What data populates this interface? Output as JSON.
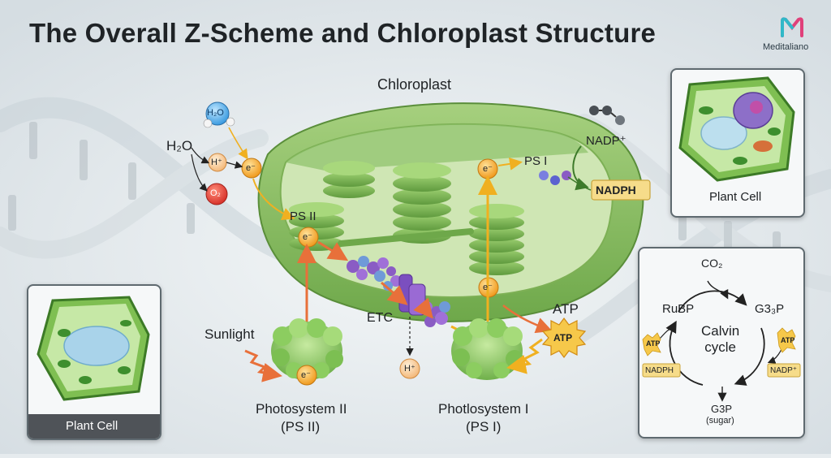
{
  "header": {
    "title": "The Overall Z-Scheme and Chloroplast Structure",
    "brand": "Meditaliano"
  },
  "chloroplast": {
    "label": "Chloroplast",
    "ps2_label": "PS II",
    "ps1_label": "PS I",
    "etc_label": "ETC",
    "electron": "e⁻",
    "proton": "H⁺",
    "nadp": "NADP⁺",
    "nadph": "NADPH",
    "atp_label": "ATP",
    "atp_badge": "ATP"
  },
  "water_split": {
    "h2o_label": "H₂O",
    "h2o_molecule": "H₂O",
    "proton": "H⁺",
    "electron": "e⁻",
    "oxygen": "O₂"
  },
  "photosystems": {
    "sunlight": "Sunlight",
    "ps2_name": "Photosystem II",
    "ps2_abbr": "(PS II)",
    "ps1_name": "Photlosystem I",
    "ps1_abbr": "(PS I)",
    "electron": "e⁻"
  },
  "plant_cell_top": {
    "label": "Plant Cell"
  },
  "plant_cell_left": {
    "label": "Plant Cell"
  },
  "calvin": {
    "co2": "CO₂",
    "rubp": "RuBP",
    "g3p_top": "G3₃P",
    "center": "Calvin\ncycle",
    "atp_left": "ATP",
    "atp_right": "ATP",
    "nadph": "NADPH",
    "nadp": "NADP⁺",
    "g3p_out": "G3P",
    "sugar": "(sugar)"
  },
  "colors": {
    "chloroplast_green": "#8cc068",
    "electron_orange": "#f2a12a",
    "flow_arrow": "#e8703a",
    "etc_purple": "#8a5cc4",
    "nadph_fill": "#f6dc8a"
  }
}
